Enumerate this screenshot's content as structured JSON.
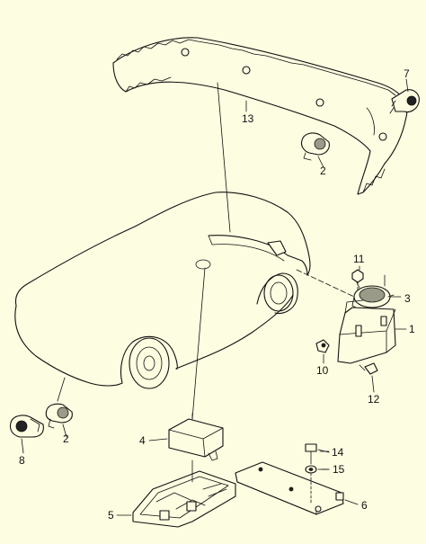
{
  "diagram": {
    "callouts": {
      "c1": "1",
      "c2a": "2",
      "c2b": "2",
      "c3": "3",
      "c4": "4",
      "c5": "5",
      "c6": "6",
      "c7": "7",
      "c8": "8",
      "c10": "10",
      "c11": "11",
      "c12": "12",
      "c13": "13",
      "c14": "14",
      "c15": "15"
    },
    "colors": {
      "background": "#fdfde1",
      "line": "#111111"
    }
  }
}
